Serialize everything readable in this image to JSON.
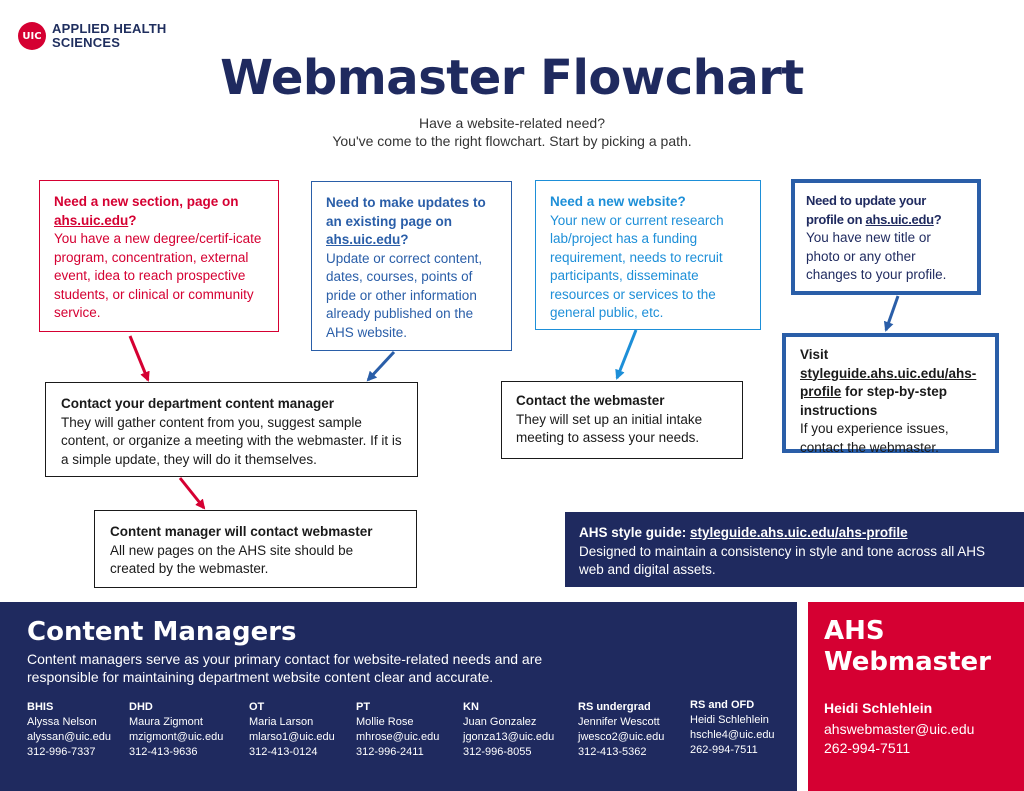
{
  "logo": {
    "badge": "UIC",
    "line1": "APPLIED HEALTH",
    "line2": "SCIENCES"
  },
  "title": "Webmaster Flowchart",
  "subtitle": {
    "line1": "Have a website-related need?",
    "line2": "You've come to the right flowchart. Start by picking a path."
  },
  "paths": {
    "new_section": {
      "heading_pre": "Need a new section, page on ",
      "heading_link": "ahs.uic.edu",
      "heading_post": "?",
      "body": "You have a new degree/certif-icate program, concentration, external event, idea to reach prospective students, or clinical or community service."
    },
    "updates": {
      "heading_pre": "Need to make updates to an existing page on ",
      "heading_link": "ahs.uic.edu",
      "heading_post": "?",
      "body": "Update or correct content, dates, courses, points of pride or other information already published on the AHS website."
    },
    "new_website": {
      "heading": "Need a new website?",
      "body": "Your new or current research lab/project has a funding requirement, needs to recruit participants, disseminate resources or services to the general public, etc."
    },
    "profile": {
      "heading_pre": "Need to update your profile on ",
      "heading_link": "ahs.uic.edu",
      "heading_post": "?",
      "body": "You have new title or photo or any other changes to your profile."
    }
  },
  "steps": {
    "contact_manager": {
      "heading": "Contact your department content manager",
      "body": "They will gather content from you, suggest sample content, or organize a meeting with the webmaster. If it is a simple update, they will do it themselves."
    },
    "manager_contacts": {
      "heading": "Content manager will contact webmaster",
      "body": "All new pages on the AHS site should be created by the webmaster."
    },
    "contact_webmaster": {
      "heading": "Contact the webmaster",
      "body": "They will set up an initial intake meeting to assess your needs."
    },
    "visit_styleguide": {
      "heading_pre": "Visit ",
      "heading_link": "styleguide.ahs.uic.edu/ahs-profile",
      "heading_post": " for step-by-step instructions",
      "body": "If you experience issues, contact the webmaster."
    }
  },
  "style_guide": {
    "label": "AHS style guide: ",
    "link": "styleguide.ahs.uic.edu/ahs-profile",
    "body": "Designed to maintain a consistency in style and tone across all AHS web and digital assets."
  },
  "content_managers": {
    "title": "Content Managers",
    "description": "Content managers serve as your primary contact for website-related needs and are responsible for maintaining department website content clear and accurate.",
    "contacts": [
      {
        "dept": "BHIS",
        "name": "Alyssa Nelson",
        "email": "alyssan@uic.edu",
        "phone": "312-996-7337"
      },
      {
        "dept": "DHD",
        "name": "Maura Zigmont",
        "email": "mzigmont@uic.edu",
        "phone": "312-413-9636"
      },
      {
        "dept": "OT",
        "name": "Maria Larson",
        "email": "mlarso1@uic.edu",
        "phone": "312-413-0124"
      },
      {
        "dept": "PT",
        "name": "Mollie Rose",
        "email": "mhrose@uic.edu",
        "phone": "312-996-2411"
      },
      {
        "dept": "KN",
        "name": "Juan Gonzalez",
        "email": "jgonza13@uic.edu",
        "phone": "312-996-8055"
      },
      {
        "dept": "RS undergrad",
        "name": "Jennifer Wescott",
        "email": "jwesco2@uic.edu",
        "phone": "312-413-5362"
      },
      {
        "dept": "RS and OFD",
        "name": "Heidi Schlehlein",
        "email": "hschle4@uic.edu",
        "phone": "262-994-7511"
      }
    ]
  },
  "webmaster": {
    "title_line1": "AHS",
    "title_line2": "Webmaster",
    "name": "Heidi Schlehlein",
    "email": "ahswebmaster@uic.edu",
    "phone": "262-994-7511"
  },
  "colors": {
    "navy": "#1f2a5f",
    "red": "#d50032",
    "blue": "#2a5ea8",
    "light_blue": "#1d8fd8"
  }
}
